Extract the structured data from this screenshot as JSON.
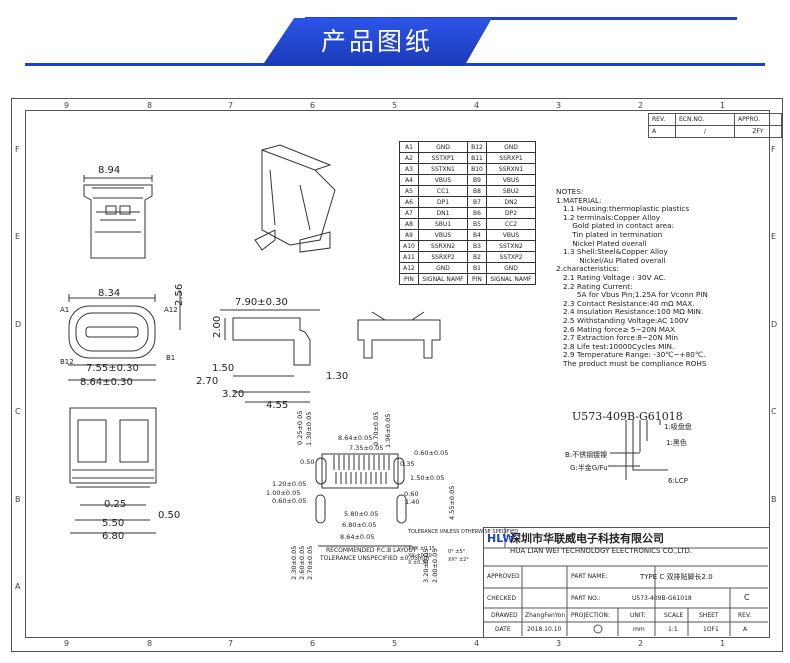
{
  "banner": {
    "title": "产品图纸"
  },
  "zones": {
    "columns": [
      "9",
      "8",
      "7",
      "6",
      "5",
      "4",
      "3",
      "2",
      "1"
    ],
    "rows": [
      "F",
      "E",
      "D",
      "C",
      "B",
      "A"
    ]
  },
  "revision": {
    "headers": [
      "REV.",
      "ECN.NO.",
      "APPRO."
    ],
    "row": [
      "A",
      "/",
      "ZFY"
    ]
  },
  "pin_table": [
    [
      "A1",
      "GND",
      "B12",
      "GND"
    ],
    [
      "A2",
      "SSTXP1",
      "B11",
      "SSRXP1"
    ],
    [
      "A3",
      "SSTXN1",
      "B10",
      "SSRXN1"
    ],
    [
      "A4",
      "VBUS",
      "B9",
      "VBUS"
    ],
    [
      "A5",
      "CC1",
      "B8",
      "SBU2"
    ],
    [
      "A6",
      "DP1",
      "B7",
      "DN2"
    ],
    [
      "A7",
      "DN1",
      "B6",
      "DP2"
    ],
    [
      "A8",
      "SBU1",
      "B5",
      "CC2"
    ],
    [
      "A9",
      "VBUS",
      "B4",
      "VBUS"
    ],
    [
      "A10",
      "SSRXN2",
      "B3",
      "SSTXN2"
    ],
    [
      "A11",
      "SSRXP2",
      "B2",
      "SSTXP2"
    ],
    [
      "A12",
      "GND",
      "B1",
      "GND"
    ],
    [
      "PIN",
      "SIGNAL NAMF",
      "PIN",
      "SIGNAL NAMF"
    ]
  ],
  "notes": "NOTES:\n1.MATERIAL:\n   1.1 Housing:thermoplastic plastics\n   1.2 terminals:Copper Alloy\n       Gold plated in contact area:\n       Tin plated in termination\n       Nickel Plated overall\n   1.3 Shell:Steel&Copper Alloy\n          Nickel/Au Plated overall\n2.characteristics:\n   2.1 Rating Voltage : 30V AC.\n   2.2 Rating Current:\n         5A for Vbus Pin;1.25A for Vconn PIN\n   2.3 Contact Resistance:40 mΩ MAX.\n   2.4 Insulation Resistance:100 MΩ MIN.\n   2.5 Withstanding Voltage:AC 100V\n   2.6 Mating force≥ 5~20N MAX\n   2.7 Extraction force:8~20N Min\n   2.8 Life test:10000Cycles MIN.\n   2.9 Temperature Range: -30℃~+80℃.\n   The product must be compliance ROHS",
  "part_code": {
    "number": "U573-409B-G61018",
    "legend": [
      "1:吸盘盘",
      "1:黑色",
      "B:不锈钢镀镍",
      "G:半金G/Fu\"",
      "6:LCP"
    ]
  },
  "dimensions": {
    "front_width": "8.94",
    "side_height": "2.56",
    "mid_width": "8.34",
    "pin_a1": "A1",
    "pin_a12": "A12",
    "pin_b12": "B12",
    "pin_b1": "B1",
    "w1": "7.55±0.30",
    "w2": "8.64±0.30",
    "top_len": "7.90±0.30",
    "h": "2.00",
    "d1": "1.50",
    "d2": "2.70",
    "d3": "3.20",
    "d4": "4.55",
    "d5": "1.30",
    "b1": "0.25",
    "b2": "5.50",
    "b3": "6.80",
    "b4": "0.50"
  },
  "pcb": {
    "title": "RECOMMENDED  P.C.B  LAYOUT",
    "tolerance": "TOLERANCE UNSPECIFIED ±0.05mm",
    "h_dims": [
      "8.64±0.05",
      "7.35±0.05",
      "0.60±0.05",
      "1.50±0.05",
      "6.80±0.05",
      "5.80±0.05",
      "8.64±0.05",
      "1.20±0.05",
      "1.00±0.05",
      "0.60±0.05"
    ],
    "v_dims": [
      "0.25±0.05",
      "1.96±0.05",
      "1.30±0.05",
      "4.55±0.05",
      "2.30±0.05",
      "2.60±0.05",
      "2.70±0.05",
      "3.20±0.05",
      "2.00±0.05",
      "0.70±0.05"
    ],
    "small": [
      "0.50",
      "0.60",
      "0.35",
      "1.40"
    ]
  },
  "title_block": {
    "tolerance_header": "TOLERANCE UNLESS OTHERWISE SPECIFIED",
    "tol_rows": [
      "XXX ±0.15",
      "XX ±0.20",
      "X ±0.30"
    ],
    "ang_rows": [
      "0° ±5°",
      "XX° ±2°"
    ],
    "logo": "HLW",
    "company_cn": "深圳市华联威电子科技有限公司",
    "company_en": "HUA LIAN WEI TECHNOLOGY ELECTRONICS CO.,LTD.",
    "approved_label": "APPROVED",
    "checked_label": "CHECKED",
    "drawed_label": "DRAWED",
    "date_label": "DATE",
    "drawer": "ZhangFenYon",
    "date": "2018.10.10",
    "part_name_label": "PART NAME:",
    "part_name": "TYPE C 双排贴脚长2.0",
    "part_no_label": "PART NO.:",
    "part_no": "U573-409B-G61018",
    "size": "C",
    "projection_label": "PROJECTION:",
    "unit_label": "UNIT:",
    "unit": "mm",
    "scale_label": "SCALE",
    "scale": "1:1",
    "sheet_label": "SHEET",
    "sheet": "1OF1",
    "rev_label": "REV.",
    "rev": "A"
  }
}
